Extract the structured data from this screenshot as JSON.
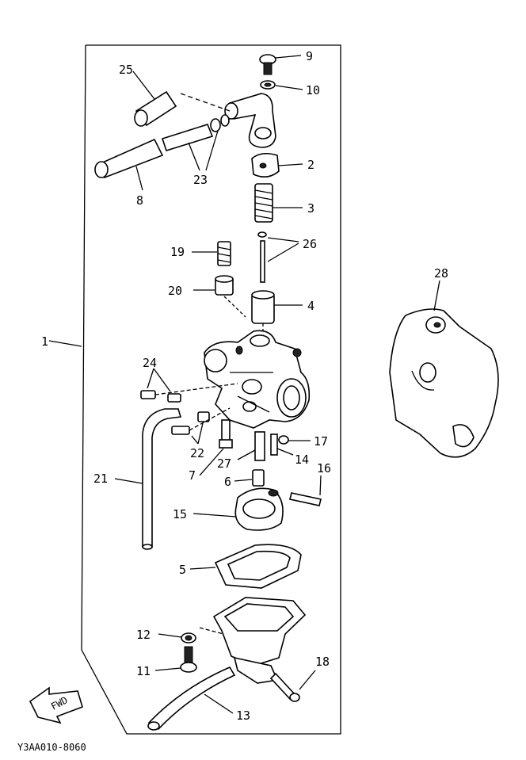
{
  "diagram": {
    "part_numbers": [
      "1",
      "2",
      "3",
      "4",
      "5",
      "6",
      "7",
      "8",
      "9",
      "10",
      "11",
      "12",
      "13",
      "14",
      "15",
      "16",
      "17",
      "18",
      "19",
      "20",
      "21",
      "22",
      "23",
      "24",
      "25",
      "26",
      "27",
      "28"
    ],
    "arrow_label": "FWD",
    "drawing_code": "Y3AA010-8060"
  },
  "colors": {
    "ink": "#000000",
    "paper": "#ffffff"
  }
}
